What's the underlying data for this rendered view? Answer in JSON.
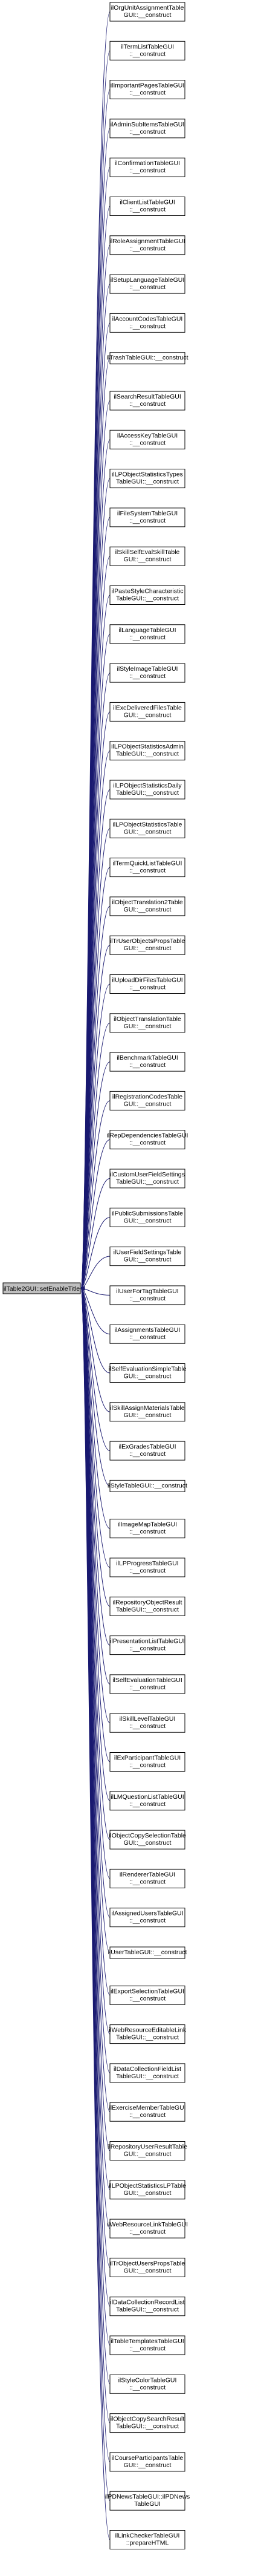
{
  "diagram": {
    "source": {
      "lines": [
        "ilTable2GUI::setEnableTitle"
      ],
      "highlighted": true
    },
    "callers": [
      {
        "lines": [
          "ilOrgUnitAssignmentTable",
          "GUI::__construct"
        ]
      },
      {
        "lines": [
          "ilTermListTableGUI",
          "::__construct"
        ]
      },
      {
        "lines": [
          "ilImportantPagesTableGUI",
          "::__construct"
        ]
      },
      {
        "lines": [
          "ilAdminSubItemsTableGUI",
          "::__construct"
        ]
      },
      {
        "lines": [
          "ilConfirmationTableGUI",
          "::__construct"
        ]
      },
      {
        "lines": [
          "ilClientListTableGUI",
          "::__construct"
        ]
      },
      {
        "lines": [
          "ilRoleAssignmentTableGUI",
          "::__construct"
        ]
      },
      {
        "lines": [
          "ilSetupLanguageTableGUI",
          "::__construct"
        ]
      },
      {
        "lines": [
          "ilAccountCodesTableGUI",
          "::__construct"
        ]
      },
      {
        "lines": [
          "ilTrashTableGUI::__construct"
        ]
      },
      {
        "lines": [
          "ilSearchResultTableGUI",
          "::__construct"
        ]
      },
      {
        "lines": [
          "ilAccessKeyTableGUI",
          "::__construct"
        ]
      },
      {
        "lines": [
          "ilLPObjectStatisticsTypes",
          "TableGUI::__construct"
        ]
      },
      {
        "lines": [
          "ilFileSystemTableGUI",
          "::__construct"
        ]
      },
      {
        "lines": [
          "ilSkillSelfEvalSkillTable",
          "GUI::__construct"
        ]
      },
      {
        "lines": [
          "ilPasteStyleCharacteristic",
          "TableGUI::__construct"
        ]
      },
      {
        "lines": [
          "ilLanguageTableGUI",
          "::__construct"
        ]
      },
      {
        "lines": [
          "ilStyleImageTableGUI",
          "::__construct"
        ]
      },
      {
        "lines": [
          "ilExcDeliveredFilesTable",
          "GUI::__construct"
        ]
      },
      {
        "lines": [
          "ilLPObjectStatisticsAdmin",
          "TableGUI::__construct"
        ]
      },
      {
        "lines": [
          "ilLPObjectStatisticsDaily",
          "TableGUI::__construct"
        ]
      },
      {
        "lines": [
          "ilLPObjectStatisticsTable",
          "GUI::__construct"
        ]
      },
      {
        "lines": [
          "ilTermQuickListTableGUI",
          "::__construct"
        ]
      },
      {
        "lines": [
          "ilObjectTranslation2Table",
          "GUI::__construct"
        ]
      },
      {
        "lines": [
          "ilTrUserObjectsPropsTable",
          "GUI::__construct"
        ]
      },
      {
        "lines": [
          "ilUploadDirFilesTableGUI",
          "::__construct"
        ]
      },
      {
        "lines": [
          "ilObjectTranslationTable",
          "GUI::__construct"
        ]
      },
      {
        "lines": [
          "ilBenchmarkTableGUI",
          "::__construct"
        ]
      },
      {
        "lines": [
          "ilRegistrationCodesTable",
          "GUI::__construct"
        ]
      },
      {
        "lines": [
          "ilRepDependenciesTableGUI",
          "::__construct"
        ]
      },
      {
        "lines": [
          "ilCustomUserFieldSettings",
          "TableGUI::__construct"
        ]
      },
      {
        "lines": [
          "ilPublicSubmissionsTable",
          "GUI::__construct"
        ]
      },
      {
        "lines": [
          "ilUserFieldSettingsTable",
          "GUI::__construct"
        ]
      },
      {
        "lines": [
          "ilUserForTagTableGUI",
          "::__construct"
        ]
      },
      {
        "lines": [
          "ilAssignmentsTableGUI",
          "::__construct"
        ]
      },
      {
        "lines": [
          "ilSelfEvaluationSimpleTable",
          "GUI::__construct"
        ]
      },
      {
        "lines": [
          "ilSkillAssignMaterialsTable",
          "GUI::__construct"
        ]
      },
      {
        "lines": [
          "ilExGradesTableGUI",
          "::__construct"
        ]
      },
      {
        "lines": [
          "ilStyleTableGUI::__construct"
        ]
      },
      {
        "lines": [
          "ilImageMapTableGUI",
          "::__construct"
        ]
      },
      {
        "lines": [
          "ilLPProgressTableGUI",
          "::__construct"
        ]
      },
      {
        "lines": [
          "ilRepositoryObjectResult",
          "TableGUI::__construct"
        ]
      },
      {
        "lines": [
          "ilPresentationListTableGUI",
          "::__construct"
        ]
      },
      {
        "lines": [
          "ilSelfEvaluationTableGUI",
          "::__construct"
        ]
      },
      {
        "lines": [
          "ilSkillLevelTableGUI",
          "::__construct"
        ]
      },
      {
        "lines": [
          "ilExParticipantTableGUI",
          "::__construct"
        ]
      },
      {
        "lines": [
          "ilLMQuestionListTableGUI",
          "::__construct"
        ]
      },
      {
        "lines": [
          "ilObjectCopySelectionTable",
          "GUI::__construct"
        ]
      },
      {
        "lines": [
          "ilRendererTableGUI",
          "::__construct"
        ]
      },
      {
        "lines": [
          "ilAssignedUsersTableGUI",
          "::__construct"
        ]
      },
      {
        "lines": [
          "ilUserTableGUI::__construct"
        ]
      },
      {
        "lines": [
          "ilExportSelectionTableGUI",
          "::__construct"
        ]
      },
      {
        "lines": [
          "ilWebResourceEditableLink",
          "TableGUI::__construct"
        ]
      },
      {
        "lines": [
          "ilDataCollectionFieldList",
          "TableGUI::__construct"
        ]
      },
      {
        "lines": [
          "ilExerciseMemberTableGUI",
          "::__construct"
        ]
      },
      {
        "lines": [
          "ilRepositoryUserResultTable",
          "GUI::__construct"
        ]
      },
      {
        "lines": [
          "ilLPObjectStatisticsLPTable",
          "GUI::__construct"
        ]
      },
      {
        "lines": [
          "ilWebResourceLinkTableGUI",
          "::__construct"
        ]
      },
      {
        "lines": [
          "ilTrObjectUsersPropsTable",
          "GUI::__construct"
        ]
      },
      {
        "lines": [
          "ilDataCollectionRecordList",
          "TableGUI::__construct"
        ]
      },
      {
        "lines": [
          "ilTableTemplatesTableGUI",
          "::__construct"
        ]
      },
      {
        "lines": [
          "ilStyleColorTableGUI",
          "::__construct"
        ]
      },
      {
        "lines": [
          "ilObjectCopySearchResult",
          "TableGUI::__construct"
        ]
      },
      {
        "lines": [
          "ilCourseParticipantsTable",
          "GUI::__construct"
        ]
      },
      {
        "lines": [
          "ilPDNewsTableGUI::ilPDNews",
          "TableGUI"
        ]
      },
      {
        "lines": [
          "ilLinkCheckerTableGUI",
          "::prepareHTML"
        ]
      }
    ]
  },
  "colors": {
    "node_fill": "#ffffff",
    "node_border": "#000000",
    "source_fill": "#bfbfbf",
    "edge": "#191970"
  }
}
